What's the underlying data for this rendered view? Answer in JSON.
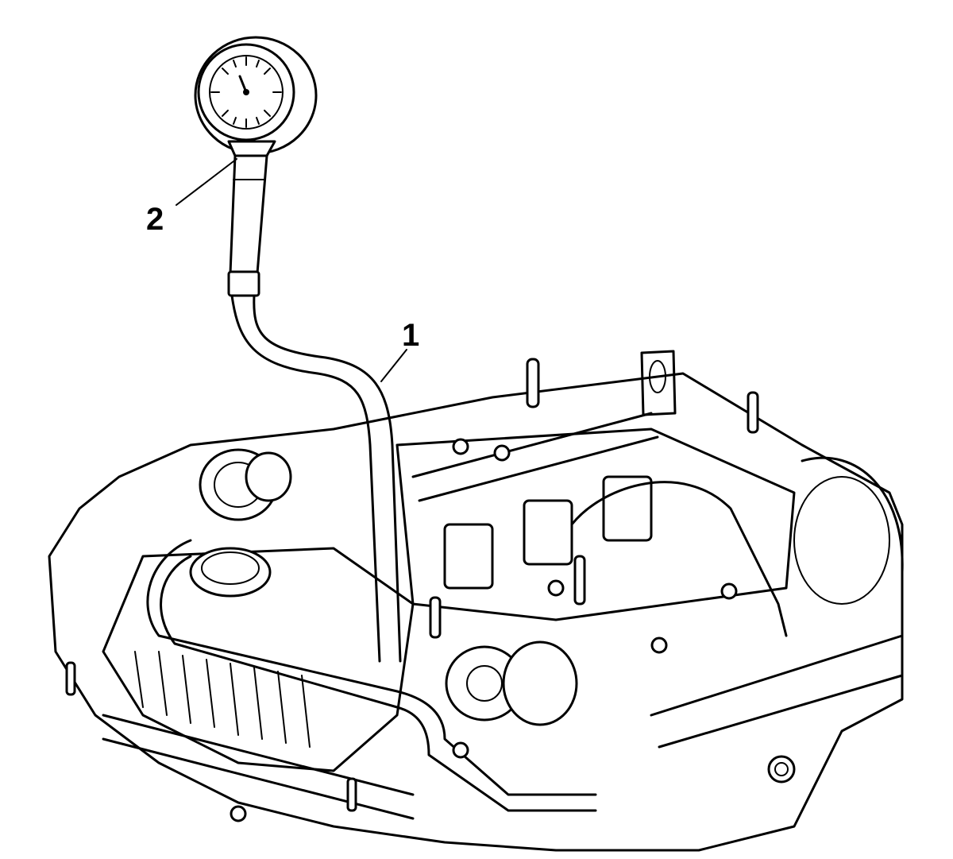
{
  "callouts": [
    {
      "label": "1",
      "target": "pressure-gauge-hose"
    },
    {
      "label": "2",
      "target": "compression-gauge"
    }
  ]
}
